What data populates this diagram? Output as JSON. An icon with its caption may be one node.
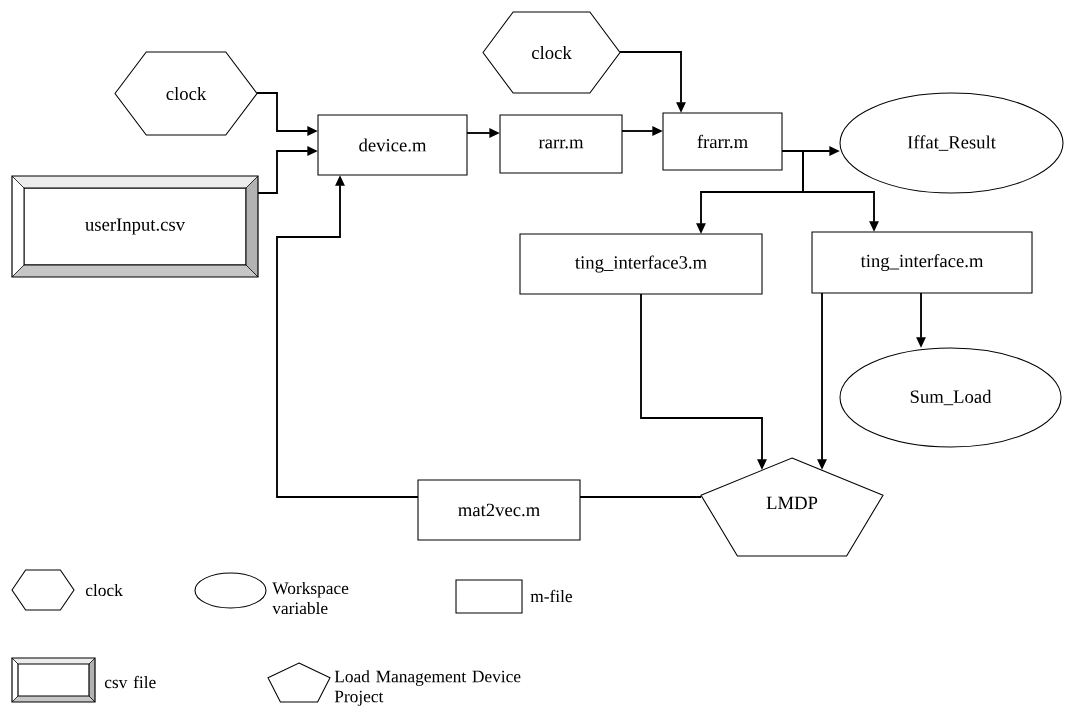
{
  "diagram": {
    "nodes": [
      {
        "text": [
          "clock"
        ]
      },
      {
        "text": [
          "userInput.csv"
        ]
      },
      {
        "text": [
          "device.m"
        ]
      },
      {
        "text": [
          "rarr.m"
        ]
      },
      {
        "text": [
          "clock"
        ]
      },
      {
        "text": [
          "frarr.m"
        ]
      },
      {
        "text": [
          "Iffat_Result"
        ]
      },
      {
        "text": [
          "ting_interface3.m"
        ]
      },
      {
        "text": [
          "ting_interface.m"
        ]
      },
      {
        "text": [
          "Sum_Load"
        ]
      },
      {
        "text": [
          "LMDP"
        ]
      },
      {
        "text": [
          "mat2vec.m"
        ]
      }
    ],
    "edges": [
      {
        "from": 0,
        "to": 2,
        "arrow": "to"
      },
      {
        "from": 1,
        "to": 2,
        "arrow": "to"
      },
      {
        "from": 2,
        "to": 3,
        "arrow": "to"
      },
      {
        "from": 3,
        "to": 5,
        "arrow": "to"
      },
      {
        "from": 4,
        "to": 5,
        "arrow": "to"
      },
      {
        "from": 5,
        "to": 6,
        "arrow": "to"
      },
      {
        "from": 5,
        "to": 7,
        "arrow": "to"
      },
      {
        "from": 5,
        "to": 8,
        "arrow": "to"
      },
      {
        "from": 7,
        "to": 10,
        "arrow": "to"
      },
      {
        "from": 8,
        "to": 10,
        "arrow": "to"
      },
      {
        "from": 8,
        "to": 9,
        "arrow": "to"
      },
      {
        "from": 11,
        "to": 10,
        "arrow": "none"
      },
      {
        "from": 11,
        "to": 2,
        "arrow": "to"
      }
    ],
    "legend": [
      {
        "text": "clock"
      },
      {
        "text": "Workspace variable"
      },
      {
        "text": "m-file"
      },
      {
        "text": "csv file"
      },
      {
        "text": "Load Management Device Project"
      }
    ]
  }
}
